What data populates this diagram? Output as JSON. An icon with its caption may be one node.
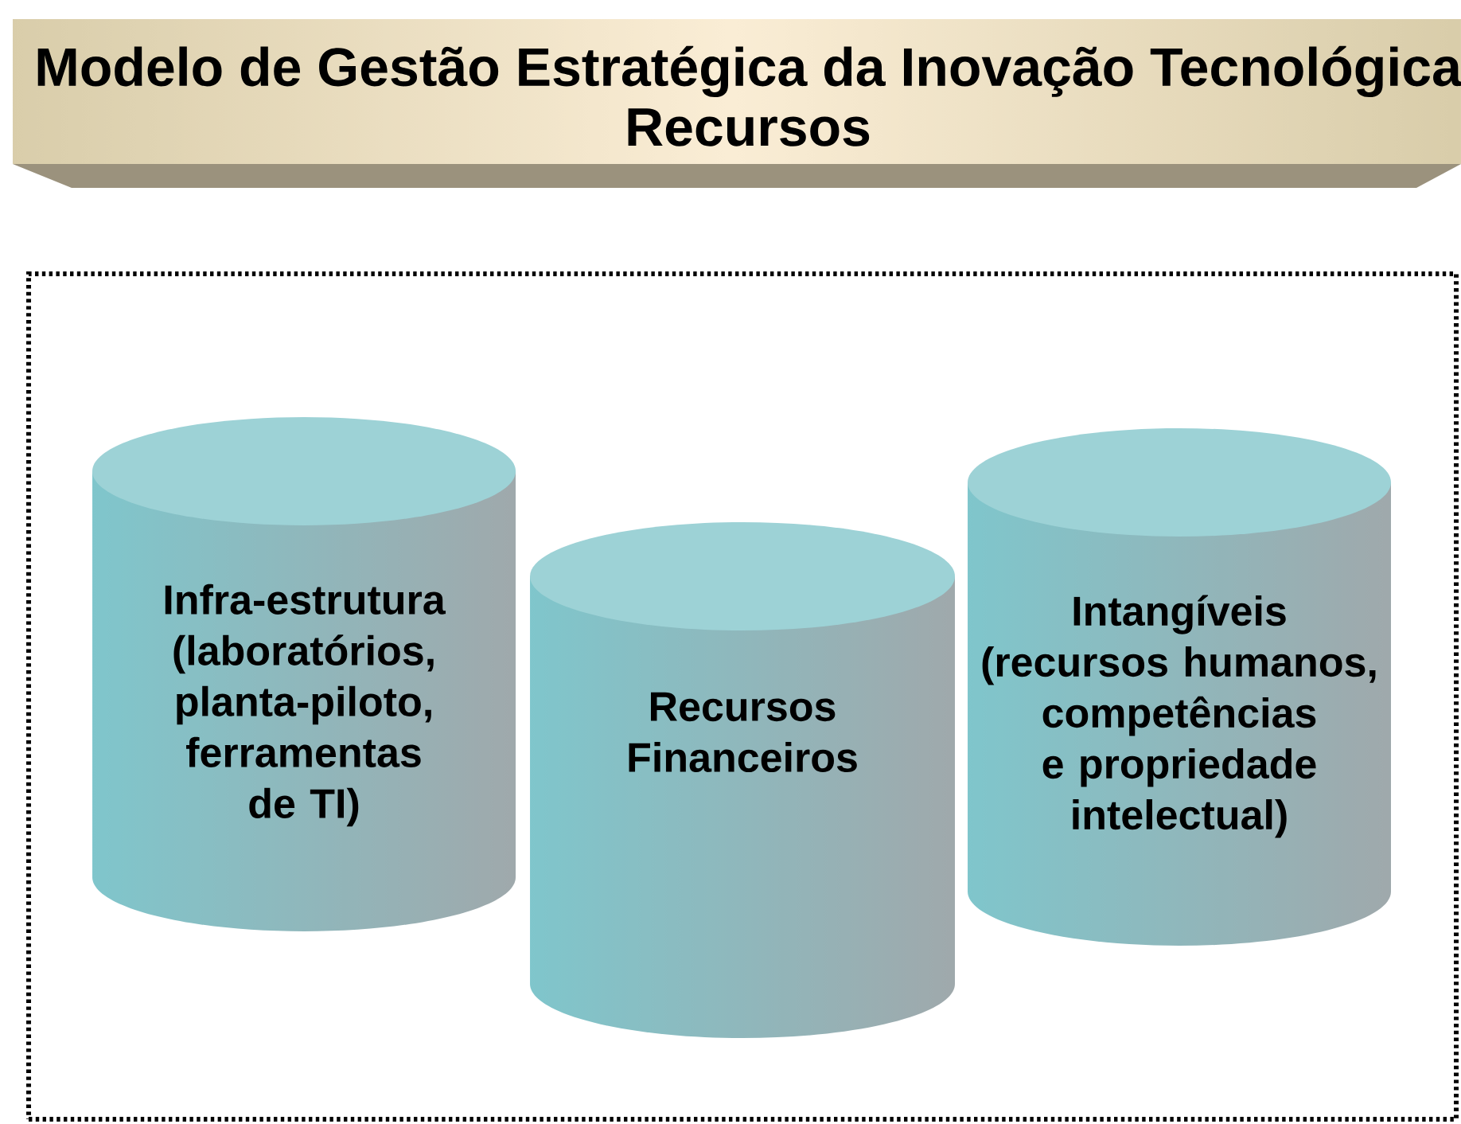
{
  "diagram": {
    "title": "Modelo de Gestão Estratégica da Inovação Tecnológica",
    "nodes": [
      {
        "text": [],
        "shape": "box"
      },
      {
        "text": [
          "Infra-estrutura (laboratórios, planta-piloto, ferramentas de TI)"
        ],
        "in": 0
      },
      {
        "text": [
          "Recursos Financeiros"
        ],
        "in": 0
      },
      {
        "text": [
          "Intangíveis (recursos humanos, competências e propriedade intelectual)"
        ],
        "in": 0
      }
    ],
    "labels": [
      "Recursos"
    ]
  }
}
